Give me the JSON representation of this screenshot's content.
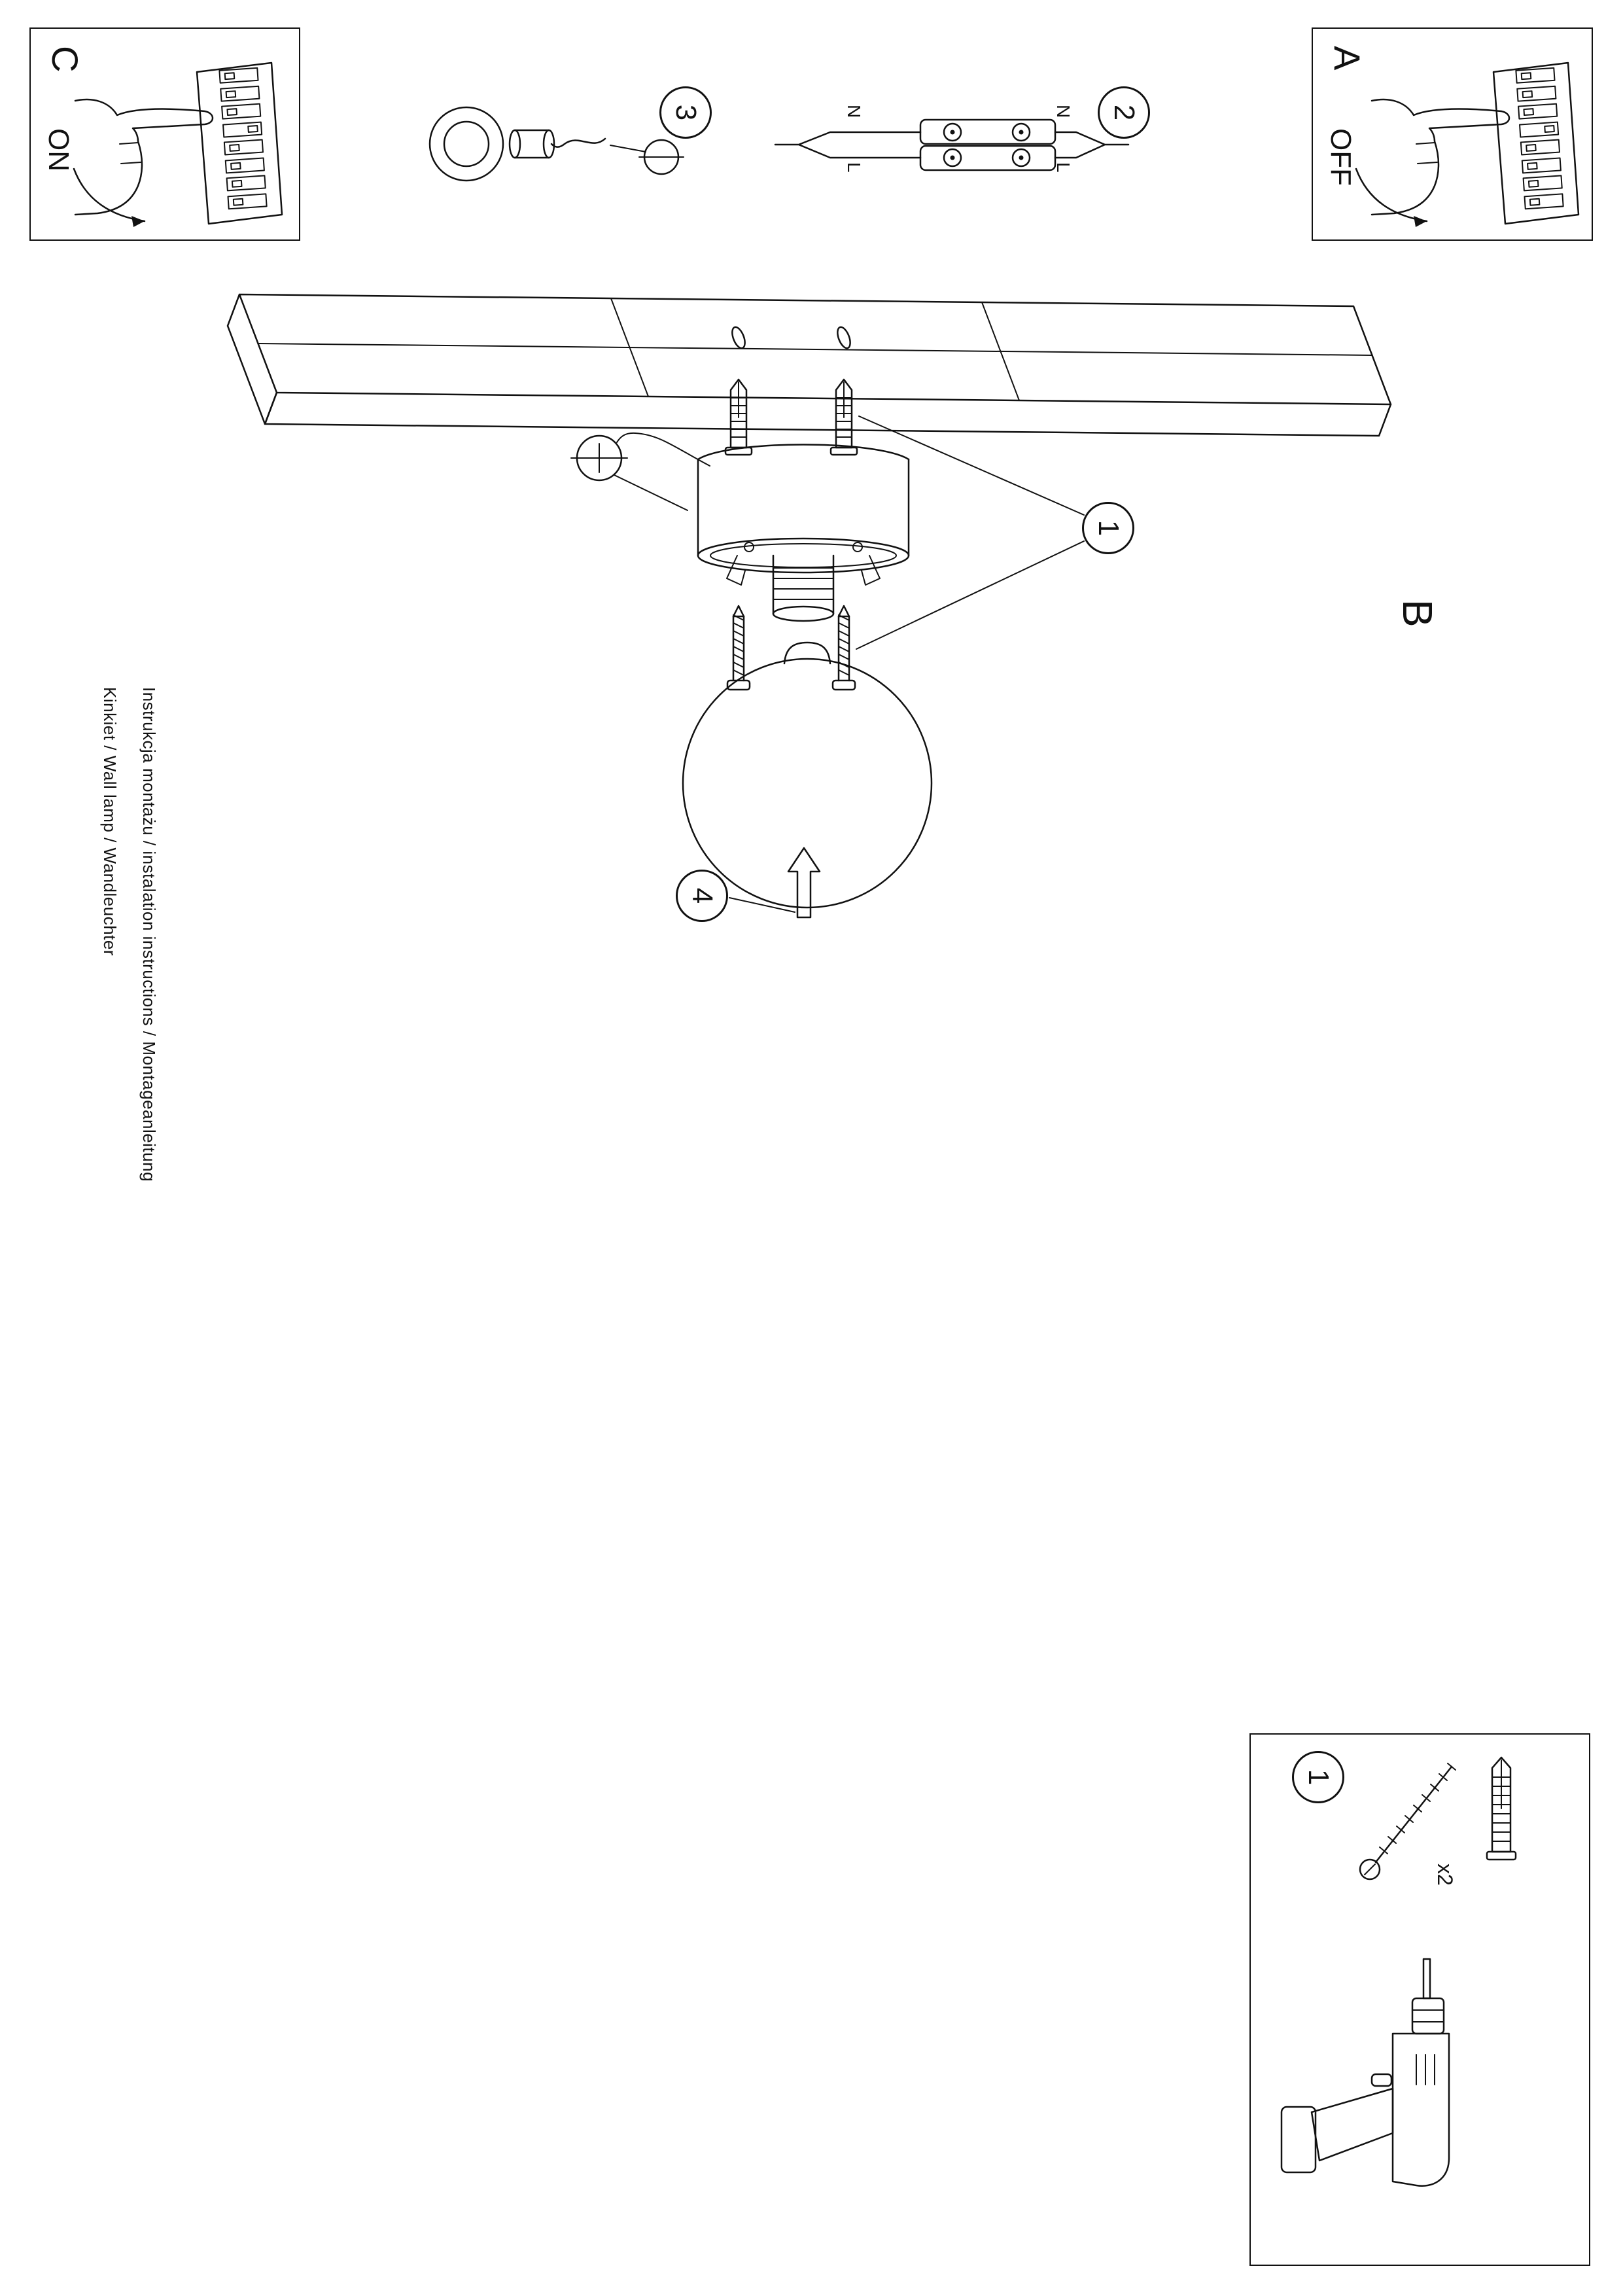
{
  "document": {
    "title_line_1": "Instrukcja montażu / instalation instructions / Montageanleitung",
    "title_line_2": "Kinkiet / Wall lamp / Wandleuchter"
  },
  "sections": {
    "a": {
      "letter": "A",
      "switch_state": "OFF"
    },
    "b": {
      "letter": "B"
    },
    "c": {
      "letter": "C",
      "switch_state": "ON"
    }
  },
  "step_numbers": {
    "anchors": "1",
    "wiring": "2",
    "holder": "3",
    "shade": "4"
  },
  "wiring_labels": {
    "neutral_top": "N",
    "live_top": "L",
    "neutral_bottom": "N",
    "live_bottom": "L"
  },
  "parts_box": {
    "step_number": "1",
    "plug_quantity": "x2"
  },
  "colors": {
    "ink": "#111111",
    "paper": "#ffffff"
  }
}
